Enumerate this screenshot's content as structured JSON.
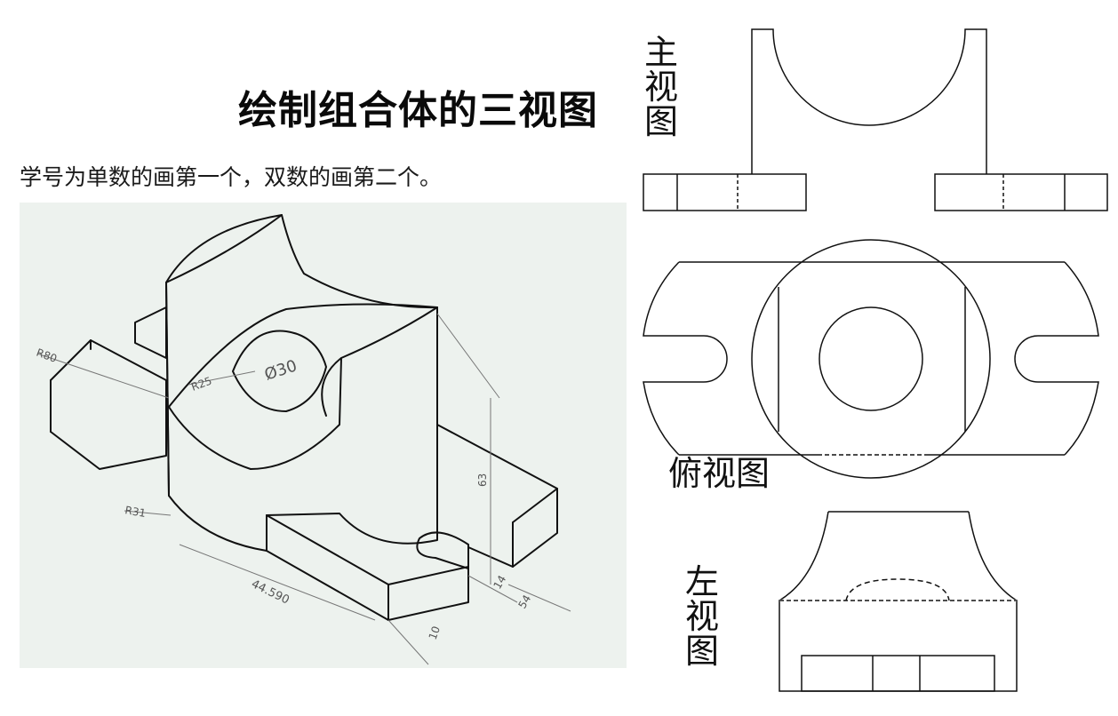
{
  "header": {
    "title": "绘制组合体的三视图",
    "instruction": "学号为单数的画第一个，双数的画第二个。"
  },
  "isometric": {
    "dimensions": {
      "r80": "R80",
      "r25": "R25",
      "d30": "Ø30",
      "r31": "R31",
      "len": "44.590",
      "h63": "63",
      "d14": "14",
      "d54": "54",
      "d10": "10"
    }
  },
  "views": {
    "front_label": "主视图",
    "top_label": "俯视图",
    "side_label": "左视图"
  },
  "colors": {
    "line": "#111111",
    "iso_background": "#edf2ee",
    "dimension": "#777777"
  }
}
